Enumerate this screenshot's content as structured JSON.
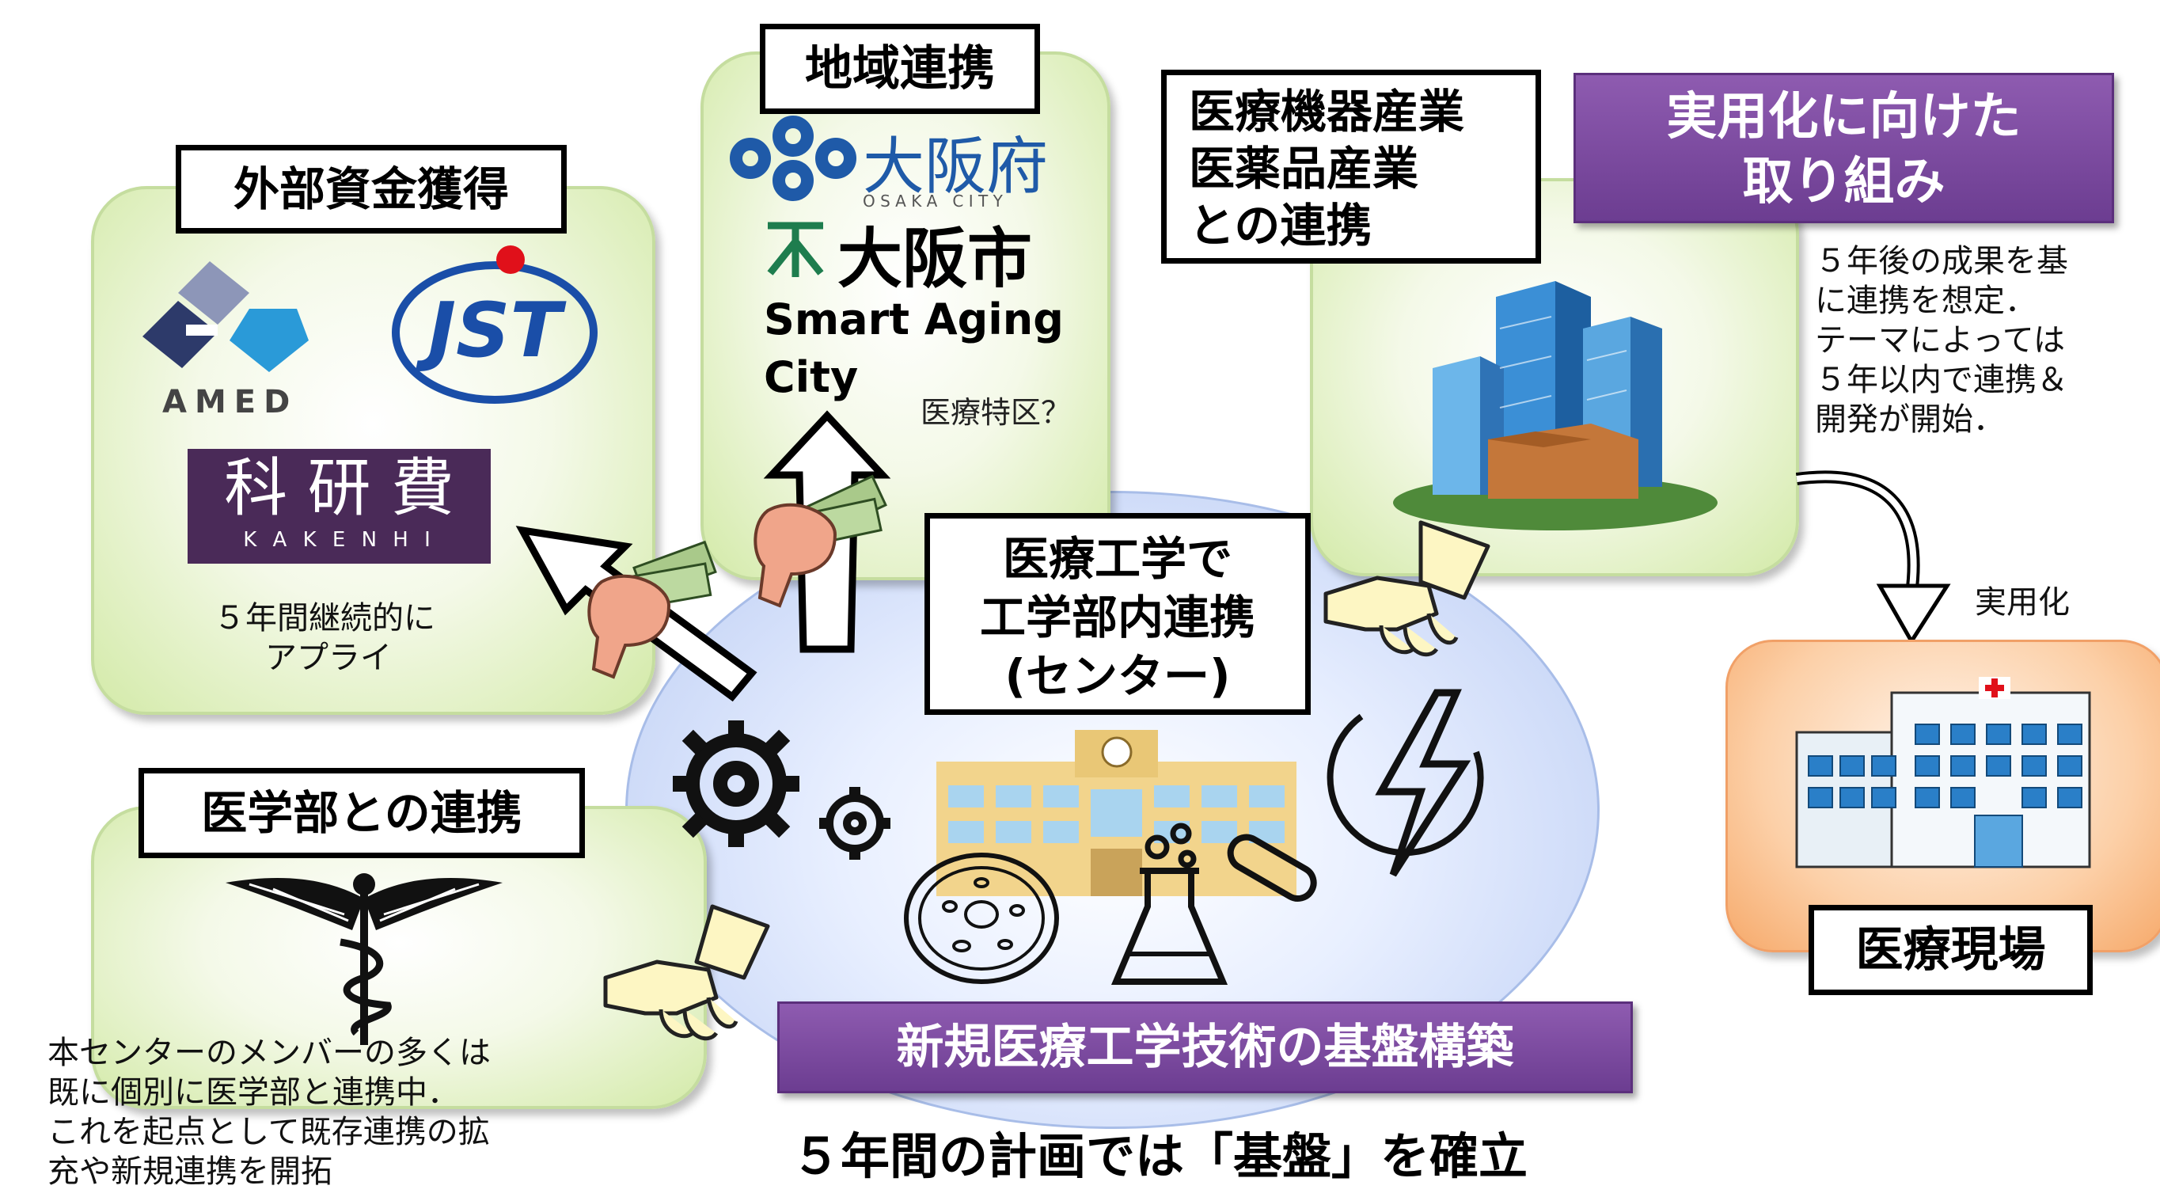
{
  "external_funding": {
    "title": "外部資金獲得",
    "amed": "AMED",
    "jst": "JST",
    "kakenhi_kanji": "科 研 費",
    "kakenhi_roman": "K A K E N H I",
    "note_line1": "５年間継続的に",
    "note_line2": "アプライ"
  },
  "regional": {
    "title": "地域連携",
    "osaka_pref": "大阪府",
    "osaka_city_roman": "O S A K A   C I T Y",
    "osaka_city": "大阪市",
    "smart_aging_line1": "Smart Aging",
    "smart_aging_line2": "City",
    "special_zone": "医療特区？"
  },
  "industry": {
    "line1": "医療機器産業",
    "line2": "医薬品産業",
    "line3": "との連携"
  },
  "practical": {
    "title_line1": "実用化に向けた",
    "title_line2": "取り組み",
    "note_lines": [
      "５年後の成果を基",
      "に連携を想定．",
      "テーマによっては",
      "５年以内で連携＆",
      "開発が開始．"
    ],
    "arrow_label": "実用化"
  },
  "center": {
    "line1": "医療工学で",
    "line2": "工学部内連携",
    "line3": "(センター)",
    "foundation": "新規医療工学技術の基盤構築"
  },
  "medical_school": {
    "title": "医学部との連携",
    "note_lines": [
      "本センターのメンバーの多くは",
      "既に個別に医学部と連携中．",
      "これを起点として既存連携の拡",
      "充や新規連携を開拓"
    ]
  },
  "clinical": {
    "title": "医療現場"
  },
  "footer": {
    "plan": "５年間の計画では「基盤」を確立"
  },
  "colors": {
    "green_border": "#c5dd9f",
    "purple": "#7a4aa0",
    "orange": "#f6b27a",
    "kakenhi_bg": "#4a2a58"
  }
}
